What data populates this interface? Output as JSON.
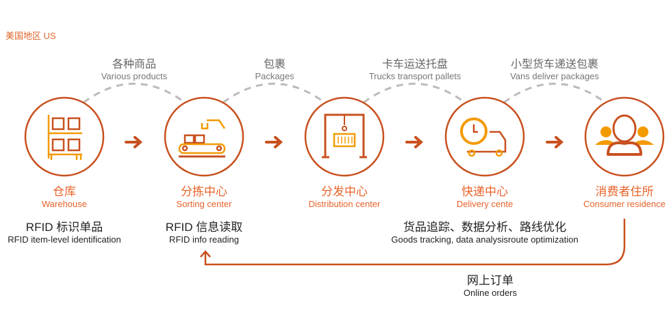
{
  "region": "美国地区 US",
  "colors": {
    "ring": "#c8501e",
    "icon": "#f39a00",
    "label": "#e8632a",
    "dash": "#bbbbbb"
  },
  "links": [
    {
      "cn": "各种商品",
      "en": "Various products"
    },
    {
      "cn": "包裹",
      "en": "Packages"
    },
    {
      "cn": "卡车运送托盘",
      "en": "Trucks transport pallets"
    },
    {
      "cn": "小型货车递送包裹",
      "en": "Vans deliver packages"
    }
  ],
  "nodes": [
    {
      "cn": "仓库",
      "en": "Warehouse",
      "icon": "warehouse-shelf-icon"
    },
    {
      "cn": "分拣中心",
      "en": "Sorting center",
      "icon": "conveyor-robot-icon"
    },
    {
      "cn": "分发中心",
      "en": "Distribution center",
      "icon": "crane-container-icon"
    },
    {
      "cn": "快递中心",
      "en": "Delivery cente",
      "icon": "delivery-truck-clock-icon"
    },
    {
      "cn": "消费者住所",
      "en": "Consumer residence",
      "icon": "consumers-icon"
    }
  ],
  "notes": [
    {
      "cn": "RFID 标识单品",
      "en": "RFID item-level identification"
    },
    {
      "cn": "RFID 信息读取",
      "en": "RFID info reading"
    },
    {
      "cn": "货品追踪、数据分析、路线优化",
      "en": "Goods tracking, data analysisroute optimization"
    }
  ],
  "feedback": {
    "cn": "网上订单",
    "en": "Online orders"
  }
}
